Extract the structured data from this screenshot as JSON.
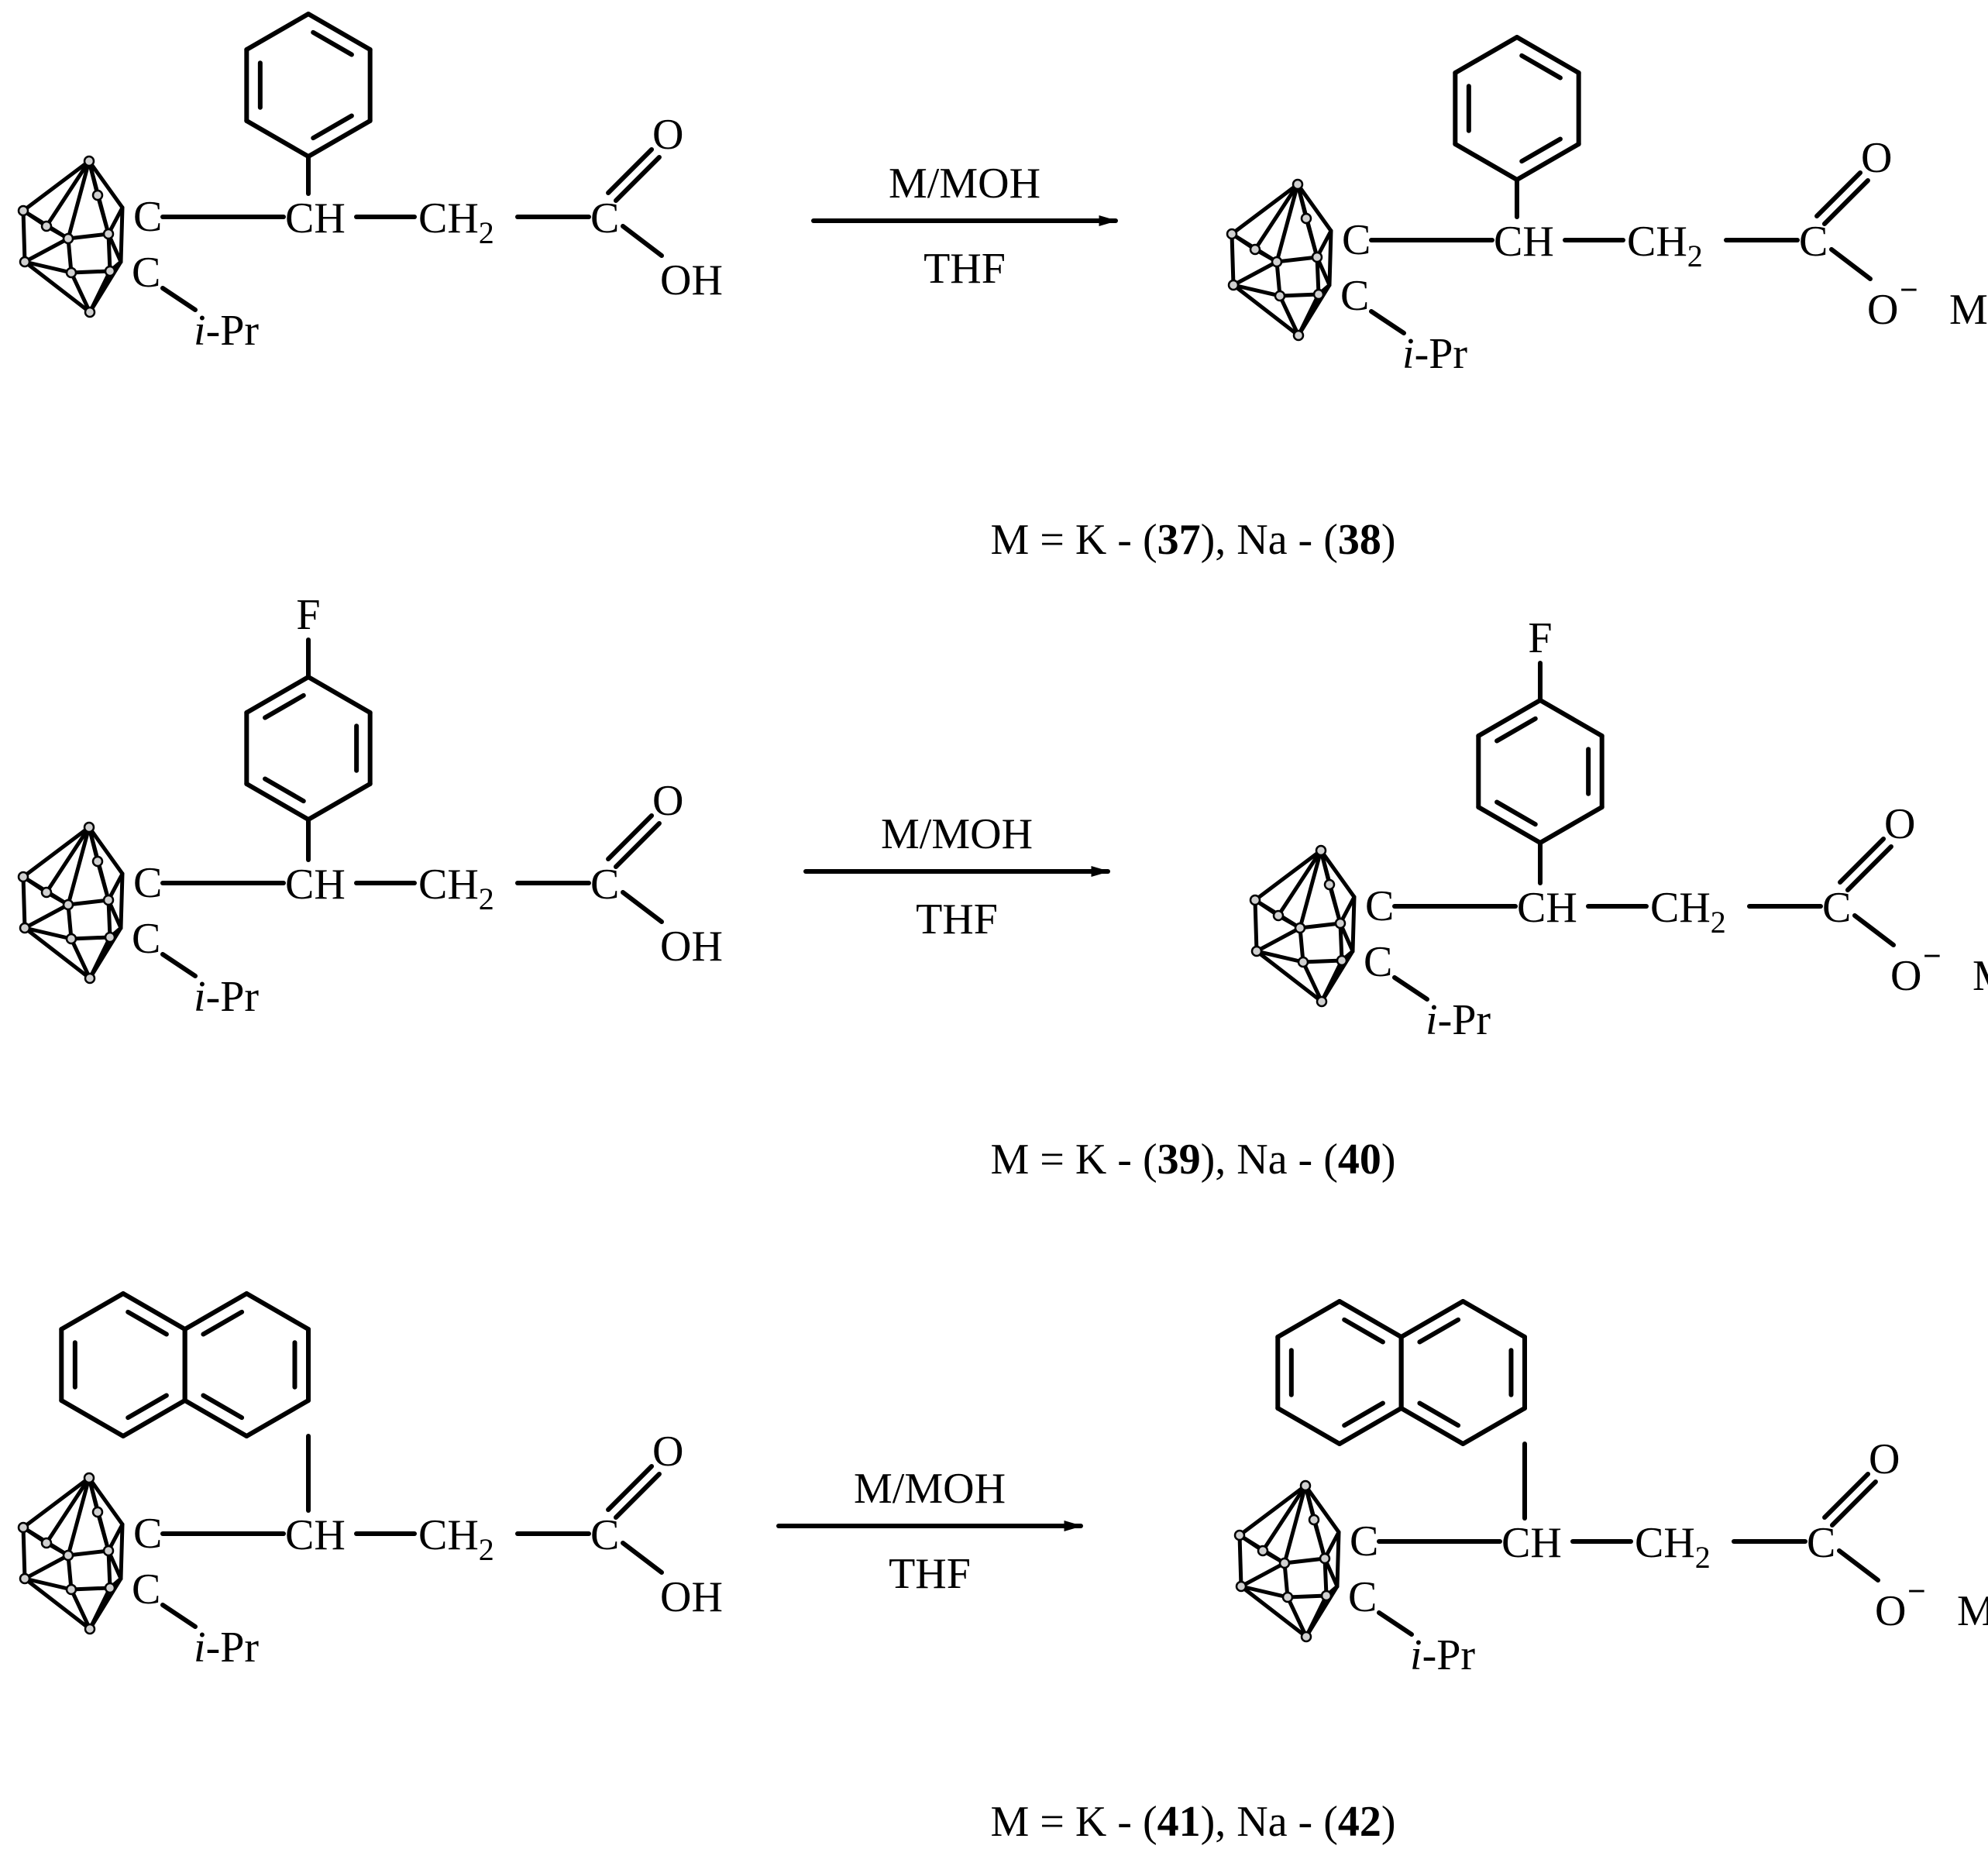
{
  "conditions": {
    "reagent": "M/MOH",
    "solvent": "THF"
  },
  "atoms": {
    "carbon": "C",
    "ch": "CH",
    "ch2_main": "CH",
    "ch2_sub": "2",
    "oxygen": "O",
    "hydroxyl": "OH",
    "isopropyl_prefix": "i",
    "isopropyl_suffix": "-Pr",
    "fluorine": "F",
    "metal": "M",
    "plus": "+",
    "minus": "−"
  },
  "reactions": [
    {
      "aryl": "phenyl",
      "caption": {
        "lead": "M = K - (",
        "first": "37",
        "middle": "), Na - (",
        "second": "38",
        "tail": ")"
      }
    },
    {
      "aryl": "4-fluorophenyl",
      "caption": {
        "lead": "M = K - (",
        "first": "39",
        "middle": "), Na - (",
        "second": "40",
        "tail": ")"
      }
    },
    {
      "aryl": "1-naphthyl",
      "caption": {
        "lead": "M = K - (",
        "first": "41",
        "middle": "), Na - (",
        "second": "42",
        "tail": ")"
      }
    }
  ],
  "colors": {
    "ink": "#000000",
    "background": "#ffffff",
    "cage_vertex": "#d0d0d0"
  }
}
